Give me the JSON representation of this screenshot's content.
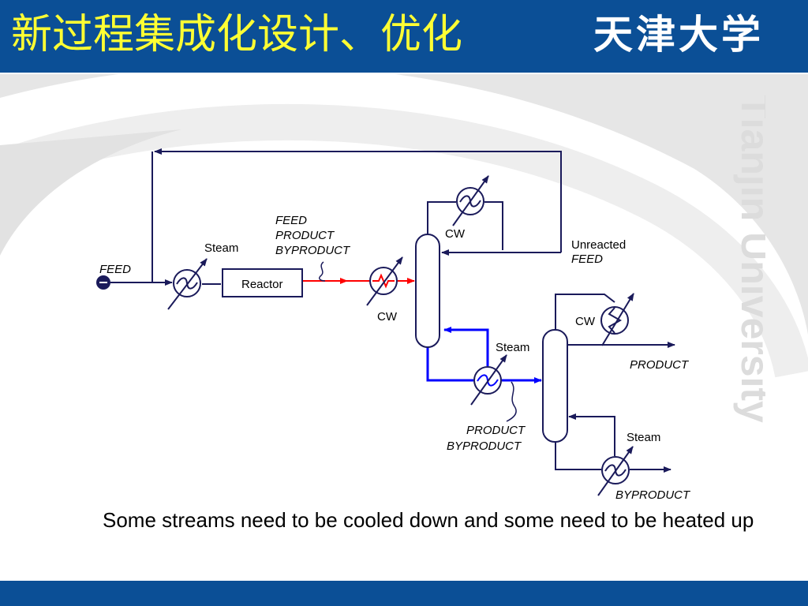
{
  "header": {
    "title": "新过程集成化设计、优化",
    "logo_text": "天津大学"
  },
  "watermark": {
    "text": "Tianjin University"
  },
  "diagram": {
    "labels": {
      "feed_inlet": "FEED",
      "steam_preheater": "Steam",
      "reactor": "Reactor",
      "reactor_out_feed": "FEED",
      "reactor_out_product": "PRODUCT",
      "reactor_out_byproduct": "BYPRODUCT",
      "cw_cooler": "CW",
      "cw_condenser1": "CW",
      "unreacted_1": "Unreacted",
      "unreacted_2": "FEED",
      "steam_reboiler1": "Steam",
      "mid_product": "PRODUCT",
      "mid_byproduct": "BYPRODUCT",
      "cw_condenser2": "CW",
      "product_out": "PRODUCT",
      "steam_reboiler2": "Steam",
      "byproduct_out": "BYPRODUCT"
    }
  },
  "caption": "Some streams need to be cooled down and some need to be heated up",
  "colors": {
    "header_bg": "#0b4f96",
    "title": "#ffff33",
    "hot_stream": "#ff0000",
    "cold_stream": "#0000ff",
    "process_line": "#1a1a5a"
  }
}
